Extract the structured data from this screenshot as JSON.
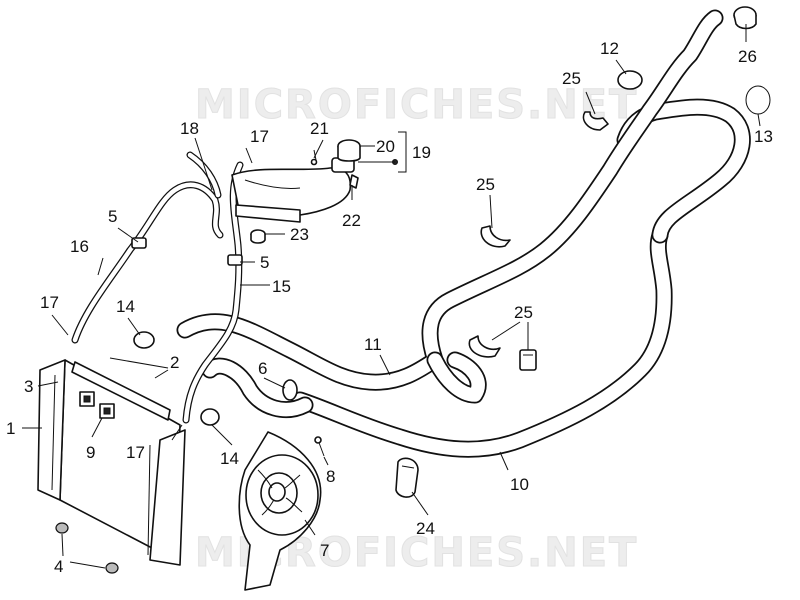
{
  "watermark": "MICROFICHES.NET",
  "callouts": [
    {
      "id": "c1",
      "text": "1"
    },
    {
      "id": "c2",
      "text": "2"
    },
    {
      "id": "c3",
      "text": "3"
    },
    {
      "id": "c4",
      "text": "4"
    },
    {
      "id": "c5a",
      "text": "5"
    },
    {
      "id": "c5b",
      "text": "5"
    },
    {
      "id": "c6",
      "text": "6"
    },
    {
      "id": "c7",
      "text": "7"
    },
    {
      "id": "c8",
      "text": "8"
    },
    {
      "id": "c9",
      "text": "9"
    },
    {
      "id": "c10",
      "text": "10"
    },
    {
      "id": "c11",
      "text": "11"
    },
    {
      "id": "c12",
      "text": "12"
    },
    {
      "id": "c13",
      "text": "13"
    },
    {
      "id": "c14a",
      "text": "14"
    },
    {
      "id": "c14b",
      "text": "14"
    },
    {
      "id": "c15",
      "text": "15"
    },
    {
      "id": "c16",
      "text": "16"
    },
    {
      "id": "c17a",
      "text": "17"
    },
    {
      "id": "c17b",
      "text": "17"
    },
    {
      "id": "c17c",
      "text": "17"
    },
    {
      "id": "c18",
      "text": "18"
    },
    {
      "id": "c19",
      "text": "19"
    },
    {
      "id": "c20",
      "text": "20"
    },
    {
      "id": "c21",
      "text": "21"
    },
    {
      "id": "c22",
      "text": "22"
    },
    {
      "id": "c23",
      "text": "23"
    },
    {
      "id": "c24",
      "text": "24"
    },
    {
      "id": "c25a",
      "text": "25"
    },
    {
      "id": "c25b",
      "text": "25"
    },
    {
      "id": "c25c",
      "text": "25"
    },
    {
      "id": "c26",
      "text": "26"
    }
  ]
}
